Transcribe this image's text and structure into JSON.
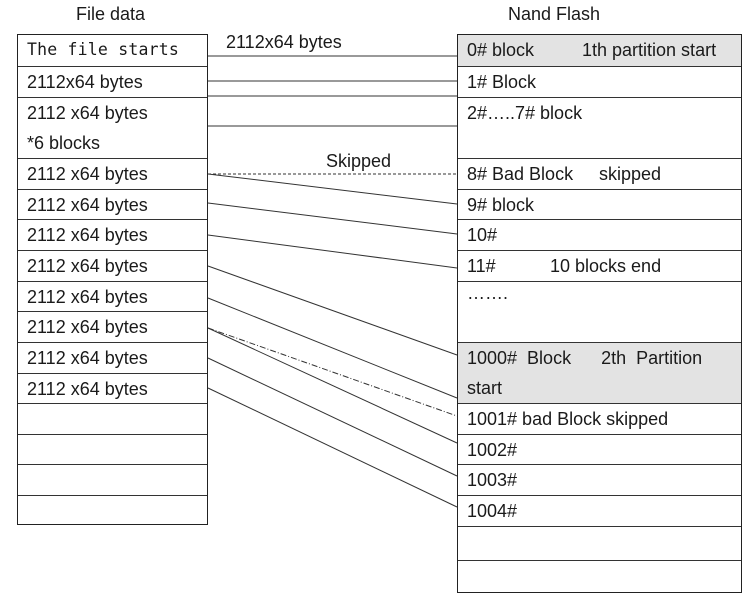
{
  "headers": {
    "file_data": "File data",
    "nand_flash": "Nand Flash"
  },
  "annotations": {
    "top_size": "2112x64 bytes",
    "skipped": "Skipped"
  },
  "file_rows": [
    {
      "text": "The file starts"
    },
    {
      "text": "2112x64 bytes"
    },
    {
      "text": "2112 x64 bytes",
      "text2": "*6 blocks"
    },
    {
      "text": "2112 x64 bytes"
    },
    {
      "text": "2112 x64 bytes"
    },
    {
      "text": "2112 x64 bytes"
    },
    {
      "text": "2112 x64 bytes"
    },
    {
      "text": "2112 x64 bytes"
    },
    {
      "text": "2112 x64 bytes"
    },
    {
      "text": "2112 x64 bytes"
    },
    {
      "text": "2112 x64 bytes"
    },
    {
      "text": ""
    },
    {
      "text": ""
    },
    {
      "text": ""
    },
    {
      "text": ""
    }
  ],
  "nand_rows": [
    {
      "left": "0# block",
      "right": "1th partition start",
      "shaded": true
    },
    {
      "left": "1# Block",
      "right": ""
    },
    {
      "left": "2#…..7# block",
      "right": ""
    },
    {
      "left": "8# Bad Block",
      "right": "skipped"
    },
    {
      "left": "9# block",
      "right": ""
    },
    {
      "left": "10#",
      "right": ""
    },
    {
      "left": "11#",
      "right": "10 blocks end"
    },
    {
      "left": "…….",
      "right": ""
    },
    {
      "left": "1000#  Block      2th  Partition",
      "left2": "start",
      "right": "",
      "shaded": true
    },
    {
      "left": "1001# bad Block skipped",
      "right": ""
    },
    {
      "left": "1002#",
      "right": ""
    },
    {
      "left": "1003#",
      "right": ""
    },
    {
      "left": "1004#",
      "right": ""
    },
    {
      "left": "",
      "right": ""
    },
    {
      "left": "",
      "right": ""
    }
  ]
}
